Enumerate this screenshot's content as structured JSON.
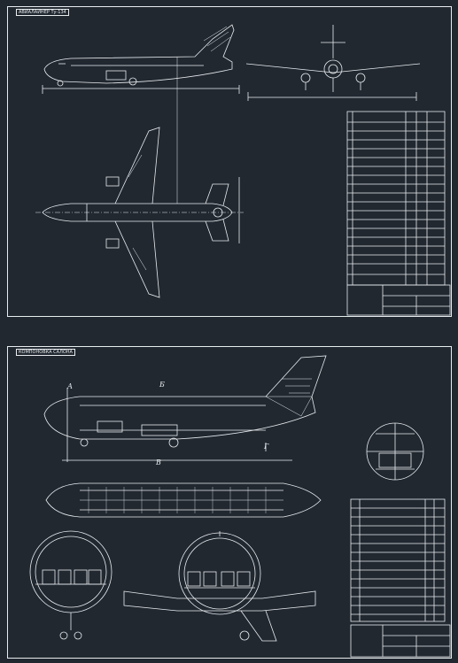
{
  "sheets": [
    {
      "title": "АВИАЛАЙНЕР Ту-134",
      "section_labels": []
    },
    {
      "title": "КОМПОНОВКА САЛОНА",
      "section_labels": [
        "А",
        "Б",
        "В",
        "Г"
      ]
    }
  ],
  "colors": {
    "background": "#212830",
    "lines": "#e8ecef"
  }
}
